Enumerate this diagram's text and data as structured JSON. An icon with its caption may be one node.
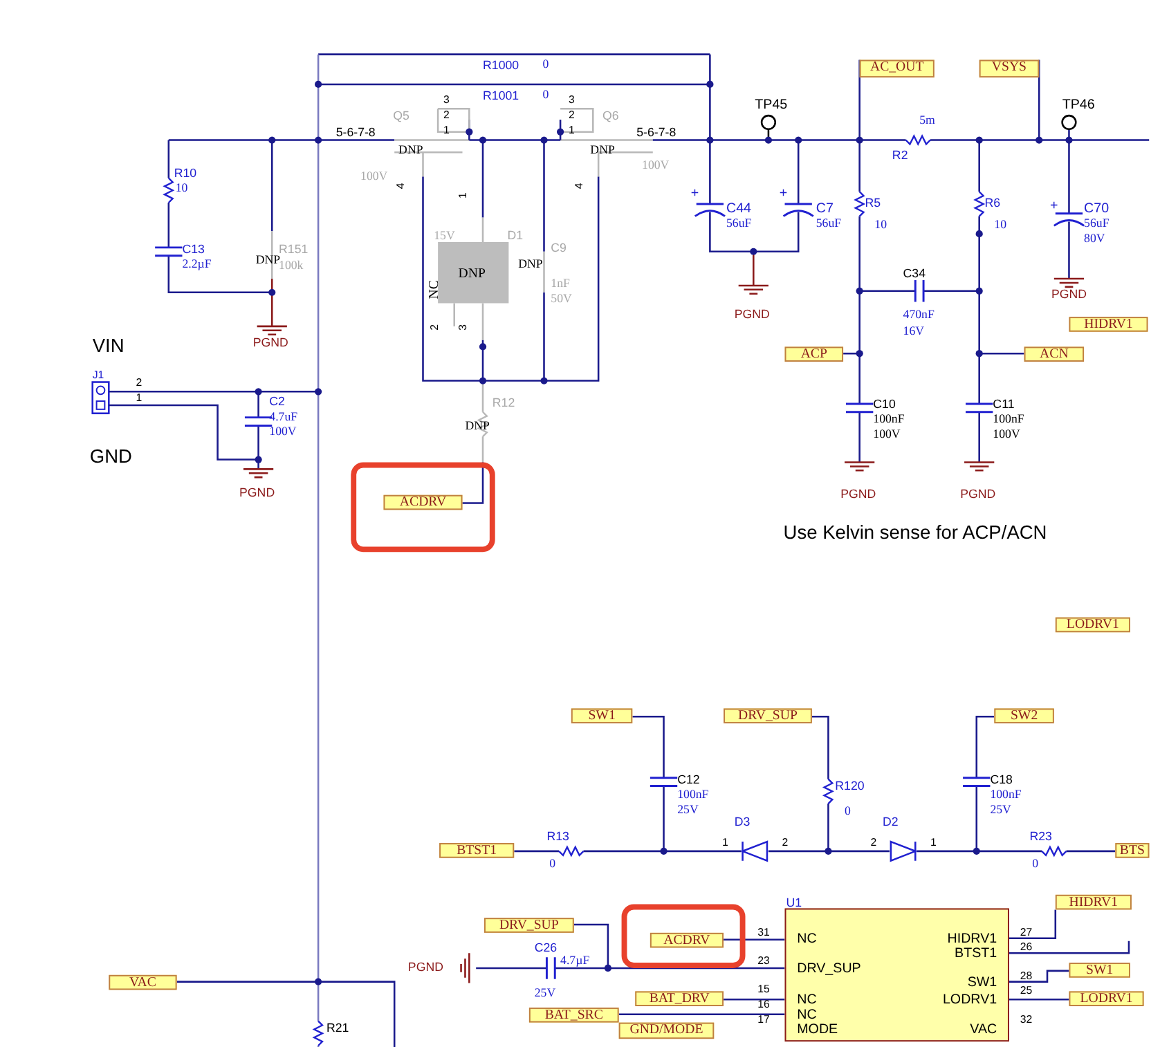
{
  "diagram": {
    "nodes": [
      {
        "text": [
          "AC_OUT"
        ]
      },
      {
        "text": [
          "VSYS"
        ]
      },
      {
        "text": [
          "HIDRV1"
        ]
      },
      {
        "text": [
          "ACP"
        ]
      },
      {
        "text": [
          "ACN"
        ]
      },
      {
        "text": [],
        "shape": "box"
      },
      {
        "text": [
          "ACDRV"
        ],
        "in": 5
      },
      {
        "text": [
          "LODRV1"
        ]
      },
      {
        "text": [
          "SW1"
        ]
      },
      {
        "text": [
          "DRV_SUP"
        ]
      },
      {
        "text": [
          "SW2"
        ]
      },
      {
        "text": [
          "BTST1"
        ]
      },
      {
        "text": [
          "BTS"
        ]
      },
      {
        "text": [
          "NC",
          "DRV_SUP",
          "NC",
          "NC",
          "MODE",
          "HIDRV1",
          "BTST1",
          "SW1",
          "LODRV1",
          "VAC"
        ]
      },
      {
        "text": [
          "DRV_SUP"
        ]
      },
      {
        "text": [],
        "shape": "box"
      },
      {
        "text": [
          "ACDRV"
        ],
        "in": 15
      },
      {
        "text": [
          "HIDRV1"
        ]
      },
      {
        "text": [
          "SW1"
        ]
      },
      {
        "text": [
          "VAC"
        ]
      },
      {
        "text": [
          "BAT_DRV"
        ]
      },
      {
        "text": [
          "LODRV1"
        ]
      },
      {
        "text": [
          "BAT_SRC"
        ]
      },
      {
        "text": [
          "GND/MODE"
        ]
      }
    ],
    "labels": [
      "VIN",
      "J1",
      "2",
      "1",
      "GND",
      "R10",
      "10",
      "C13",
      "2.2µF",
      "R151",
      "DNP",
      "100k",
      "PGND",
      "C2",
      "4.7uF",
      "100V",
      "PGND",
      "R1000",
      "0",
      "R1001",
      "0",
      "5-6-7-8",
      "Q5",
      "3",
      "2",
      "1",
      "3",
      "2",
      "1",
      "Q6",
      "5-6-7-8",
      "DNP",
      "DNP",
      "100V",
      "100V",
      "4",
      "4",
      "1",
      "15V",
      "D1",
      "NC",
      "DNP",
      "DNP",
      "C9",
      "1nF",
      "50V",
      "2",
      "3",
      "R12",
      "DNP",
      "TP45",
      "C44",
      "56uF",
      "C7",
      "56uF",
      "PGND",
      "5m",
      "R2",
      "TP46",
      "R5",
      "10",
      "R6",
      "10",
      "C70",
      "56uF",
      "80V",
      "PGND",
      "C34",
      "470nF",
      "16V",
      "C10",
      "100nF",
      "100V",
      "C11",
      "100nF",
      "100V",
      "PGND",
      "PGND",
      "Use Kelvin sense for ACP/ACN",
      "C12",
      "100nF",
      "25V",
      "R120",
      "0",
      "C18",
      "100nF",
      "25V",
      "R13",
      "0",
      "1",
      "D3",
      "2",
      "2",
      "D2",
      "1",
      "R23",
      "0",
      "U1",
      "31",
      "23",
      "15",
      "16",
      "17",
      "27",
      "26",
      "28",
      "25",
      "32",
      "C26",
      "4.7µF",
      "25V",
      "PGND",
      "R21",
      "+",
      "+",
      "+"
    ],
    "edges": [
      {
        "from": 16,
        "to": 13,
        "arrow": "none"
      },
      {
        "from": 14,
        "to": 13,
        "arrow": "none"
      },
      {
        "from": 20,
        "to": 13,
        "arrow": "none"
      },
      {
        "from": 22,
        "to": 13,
        "arrow": "none"
      },
      {
        "from": 13,
        "to": 17,
        "arrow": "none"
      },
      {
        "from": 13,
        "to": 18,
        "arrow": "none"
      },
      {
        "from": 13,
        "to": 21,
        "arrow": "none"
      }
    ]
  }
}
